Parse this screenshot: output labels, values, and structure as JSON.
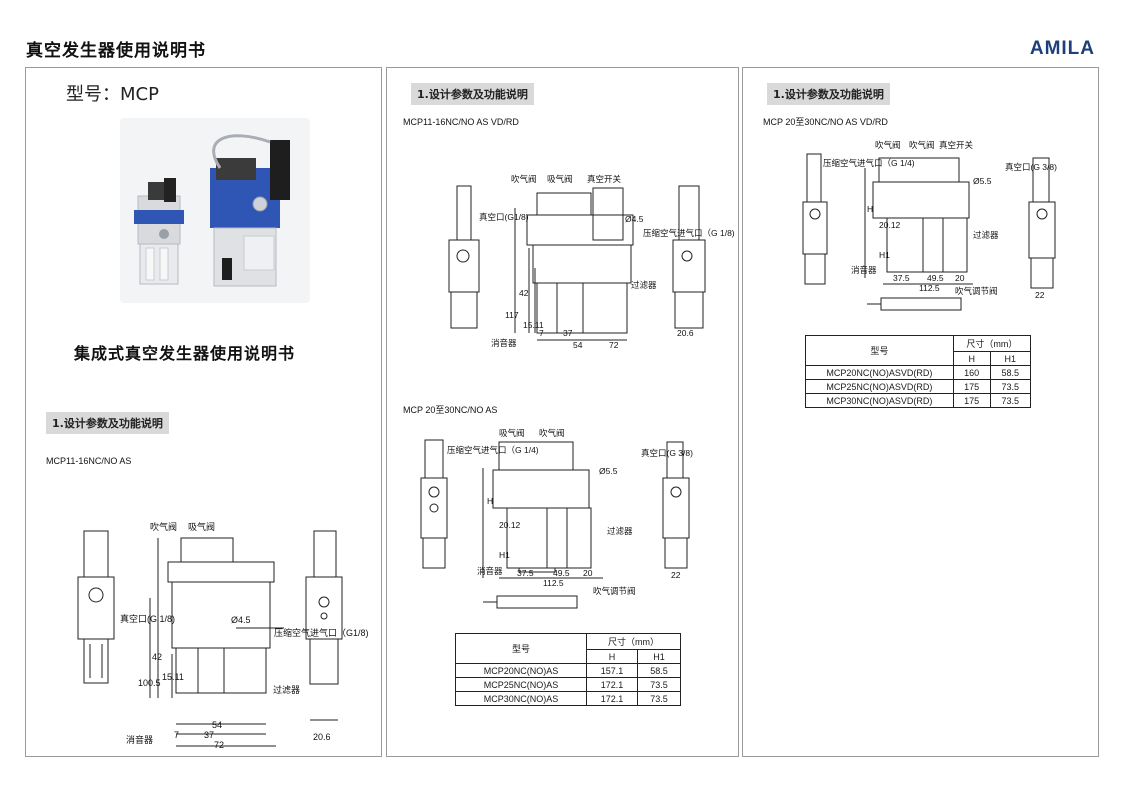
{
  "header": {
    "title": "真空发生器使用说明书",
    "brand": "AMILA"
  },
  "panel1": {
    "model_title": "型号：MCP",
    "manual_heading": "集成式真空发生器使用说明书",
    "section_label": "1.设计参数及功能说明",
    "caption": "MCP11-16NC/NO AS",
    "labels": {
      "blow_valve": "吹气阀",
      "suction_valve": "吸气阀",
      "vacuum_port": "真空口(G 1/8)",
      "pressure_inlet": "压缩空气进气口（G1/8)",
      "filter": "过滤器",
      "muffler": "消音器",
      "d45": "Ø4.5",
      "d42": "42",
      "d1005": "100.5",
      "d1511": "15.11",
      "d7": "7",
      "d37": "37",
      "d54": "54",
      "d72": "72",
      "d206": "20.6"
    }
  },
  "panel2": {
    "section_label": "1.设计参数及功能说明",
    "caption_top": "MCP11-16NC/NO AS VD/RD",
    "caption_bottom": "MCP 20至30NC/NO AS",
    "labels_top": {
      "blow_valve": "吹气阀",
      "suction_valve": "吸气阀",
      "vacuum_switch": "真空开关",
      "vacuum_port": "真空口(G1/8)",
      "pressure_inlet": "压缩空气进气口（G 1/8)",
      "filter": "过滤器",
      "muffler": "消音器",
      "d45": "Ø4.5",
      "d117": "117",
      "d42": "42",
      "d1511": "15.11",
      "d7": "7",
      "d37": "37",
      "d54": "54",
      "d72": "72",
      "d206": "20.6"
    },
    "labels_bottom": {
      "suction_valve": "吸气阀",
      "blow_valve": "吹气阀",
      "pressure_inlet": "压缩空气进气口（G 1/4)",
      "vacuum_port": "真空口(G 3/8)",
      "filter": "过滤器",
      "muffler": "消音器",
      "blow_adjust_valve": "吹气调节阀",
      "d55": "Ø5.5",
      "dH": "H",
      "d2012": "20.12",
      "dH1": "H1",
      "d375": "37.5",
      "d495": "49.5",
      "d20": "20",
      "d1125": "112.5",
      "d22": "22"
    },
    "table": {
      "model_header": "型号",
      "size_header": "尺寸（mm）",
      "col_h": "H",
      "col_h1": "H1",
      "rows": [
        {
          "model": "MCP20NC(NO)AS",
          "h": "157.1",
          "h1": "58.5"
        },
        {
          "model": "MCP25NC(NO)AS",
          "h": "172.1",
          "h1": "73.5"
        },
        {
          "model": "MCP30NC(NO)AS",
          "h": "172.1",
          "h1": "73.5"
        }
      ]
    }
  },
  "panel3": {
    "section_label": "1.设计参数及功能说明",
    "caption": "MCP 20至30NC/NO AS VD/RD",
    "labels": {
      "blow_valve_top": "吹气阀",
      "blow_valve": "吹气阀",
      "vacuum_switch": "真空开关",
      "pressure_inlet": "压缩空气进气口（G 1/4)",
      "vacuum_port": "真空口(G 3/8)",
      "filter": "过滤器",
      "muffler": "消音器",
      "blow_adjust_valve": "吹气调节阀",
      "d55": "Ø5.5",
      "dH": "H",
      "d2012": "20.12",
      "dH1": "H1",
      "d375": "37.5",
      "d495": "49.5",
      "d20": "20",
      "d1125": "112.5",
      "d22": "22"
    },
    "table": {
      "model_header": "型号",
      "size_header": "尺寸（mm）",
      "col_h": "H",
      "col_h1": "H1",
      "rows": [
        {
          "model": "MCP20NC(NO)ASVD(RD)",
          "h": "160",
          "h1": "58.5"
        },
        {
          "model": "MCP25NC(NO)ASVD(RD)",
          "h": "175",
          "h1": "73.5"
        },
        {
          "model": "MCP30NC(NO)ASVD(RD)",
          "h": "175",
          "h1": "73.5"
        }
      ]
    }
  }
}
